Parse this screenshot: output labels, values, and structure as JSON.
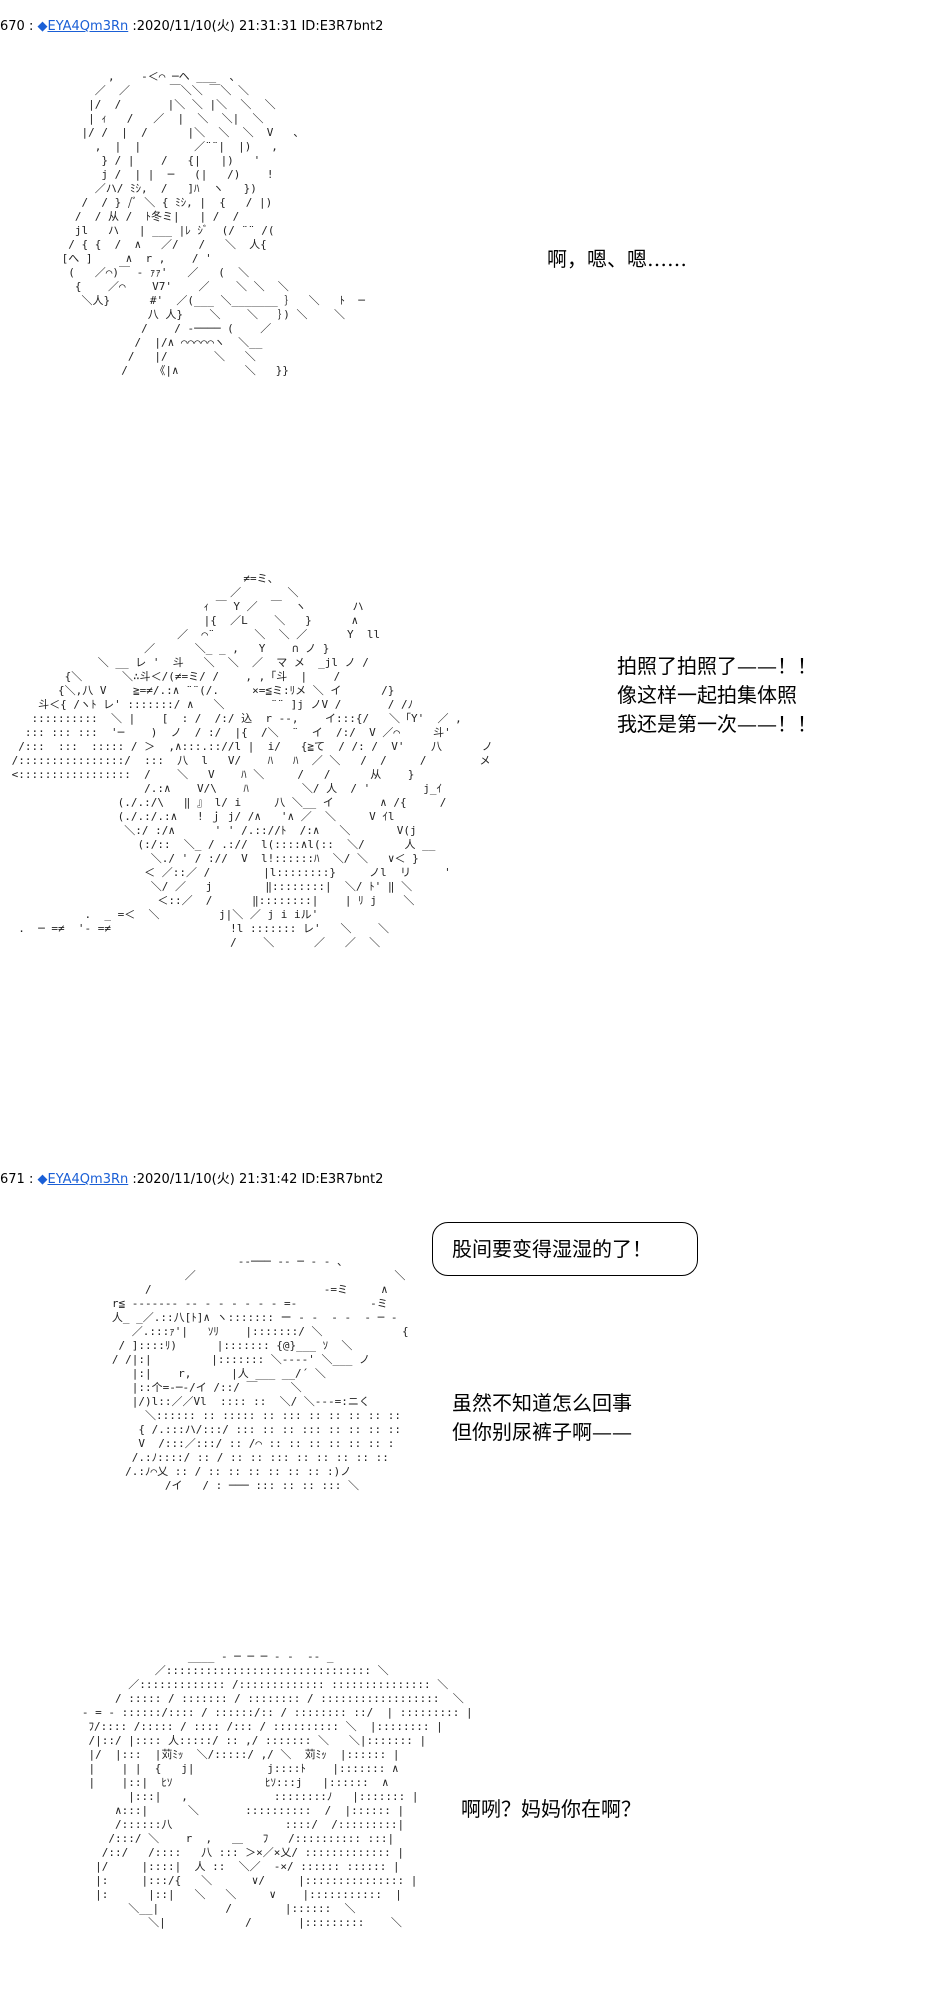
{
  "posts": [
    {
      "number": "670",
      "separator": " : ",
      "trip_mark": "◆",
      "name": "EYA4Qm3Rn",
      "datetime": " :2020/11/10(火) 21:31:31",
      "id": " ID:E3R7bnt2"
    },
    {
      "number": "671",
      "separator": " : ",
      "trip_mark": "◆",
      "name": "EYA4Qm3Rn",
      "datetime": " :2020/11/10(火) 21:31:42",
      "id": " ID:E3R7bnt2"
    }
  ],
  "dialogue": {
    "line1": "啊，嗯、嗯……",
    "line2a": "拍照了拍照了——！！",
    "line2b": "像这样一起拍集体照",
    "line2c": "我还是第一次——！！",
    "bubble": "股间要变得湿湿的了！",
    "line3a": "虽然不知道怎么回事",
    "line3b": "但你别尿裤子啊——",
    "line4": "啊咧？妈妈你在啊？"
  }
}
